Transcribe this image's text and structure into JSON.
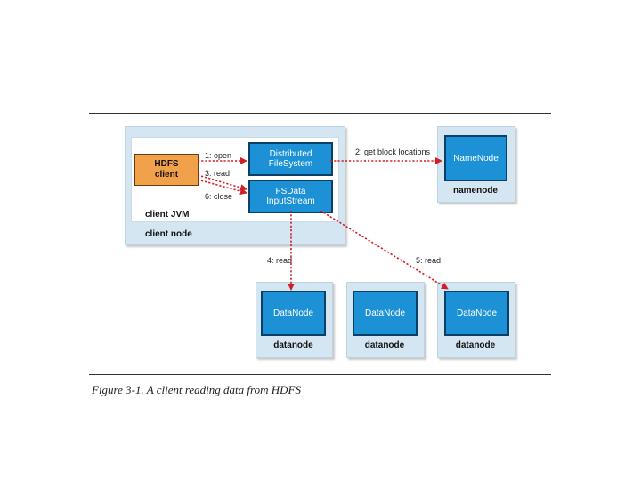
{
  "figure": {
    "client_node": {
      "label": "client node",
      "jvm_label": "client JVM",
      "hdfs_client": {
        "line1": "HDFS",
        "line2": "client"
      },
      "distributed_fs": {
        "line1": "Distributed",
        "line2": "FileSystem"
      },
      "fsdata_stream": {
        "line1": "FSData",
        "line2": "InputStream"
      }
    },
    "namenode": {
      "box_label": "NameNode",
      "node_label": "namenode"
    },
    "datanodes": [
      {
        "box_label": "DataNode",
        "node_label": "datanode"
      },
      {
        "box_label": "DataNode",
        "node_label": "datanode"
      },
      {
        "box_label": "DataNode",
        "node_label": "datanode"
      }
    ],
    "steps": {
      "open": "1: open",
      "get_block_locations": "2: get block locations",
      "read": "3: read",
      "read_4": "4: read",
      "read_5": "5: read",
      "close": "6: close"
    },
    "arrow_color": "#d02027",
    "caption": "Figure 3-1. A client reading data from HDFS"
  }
}
